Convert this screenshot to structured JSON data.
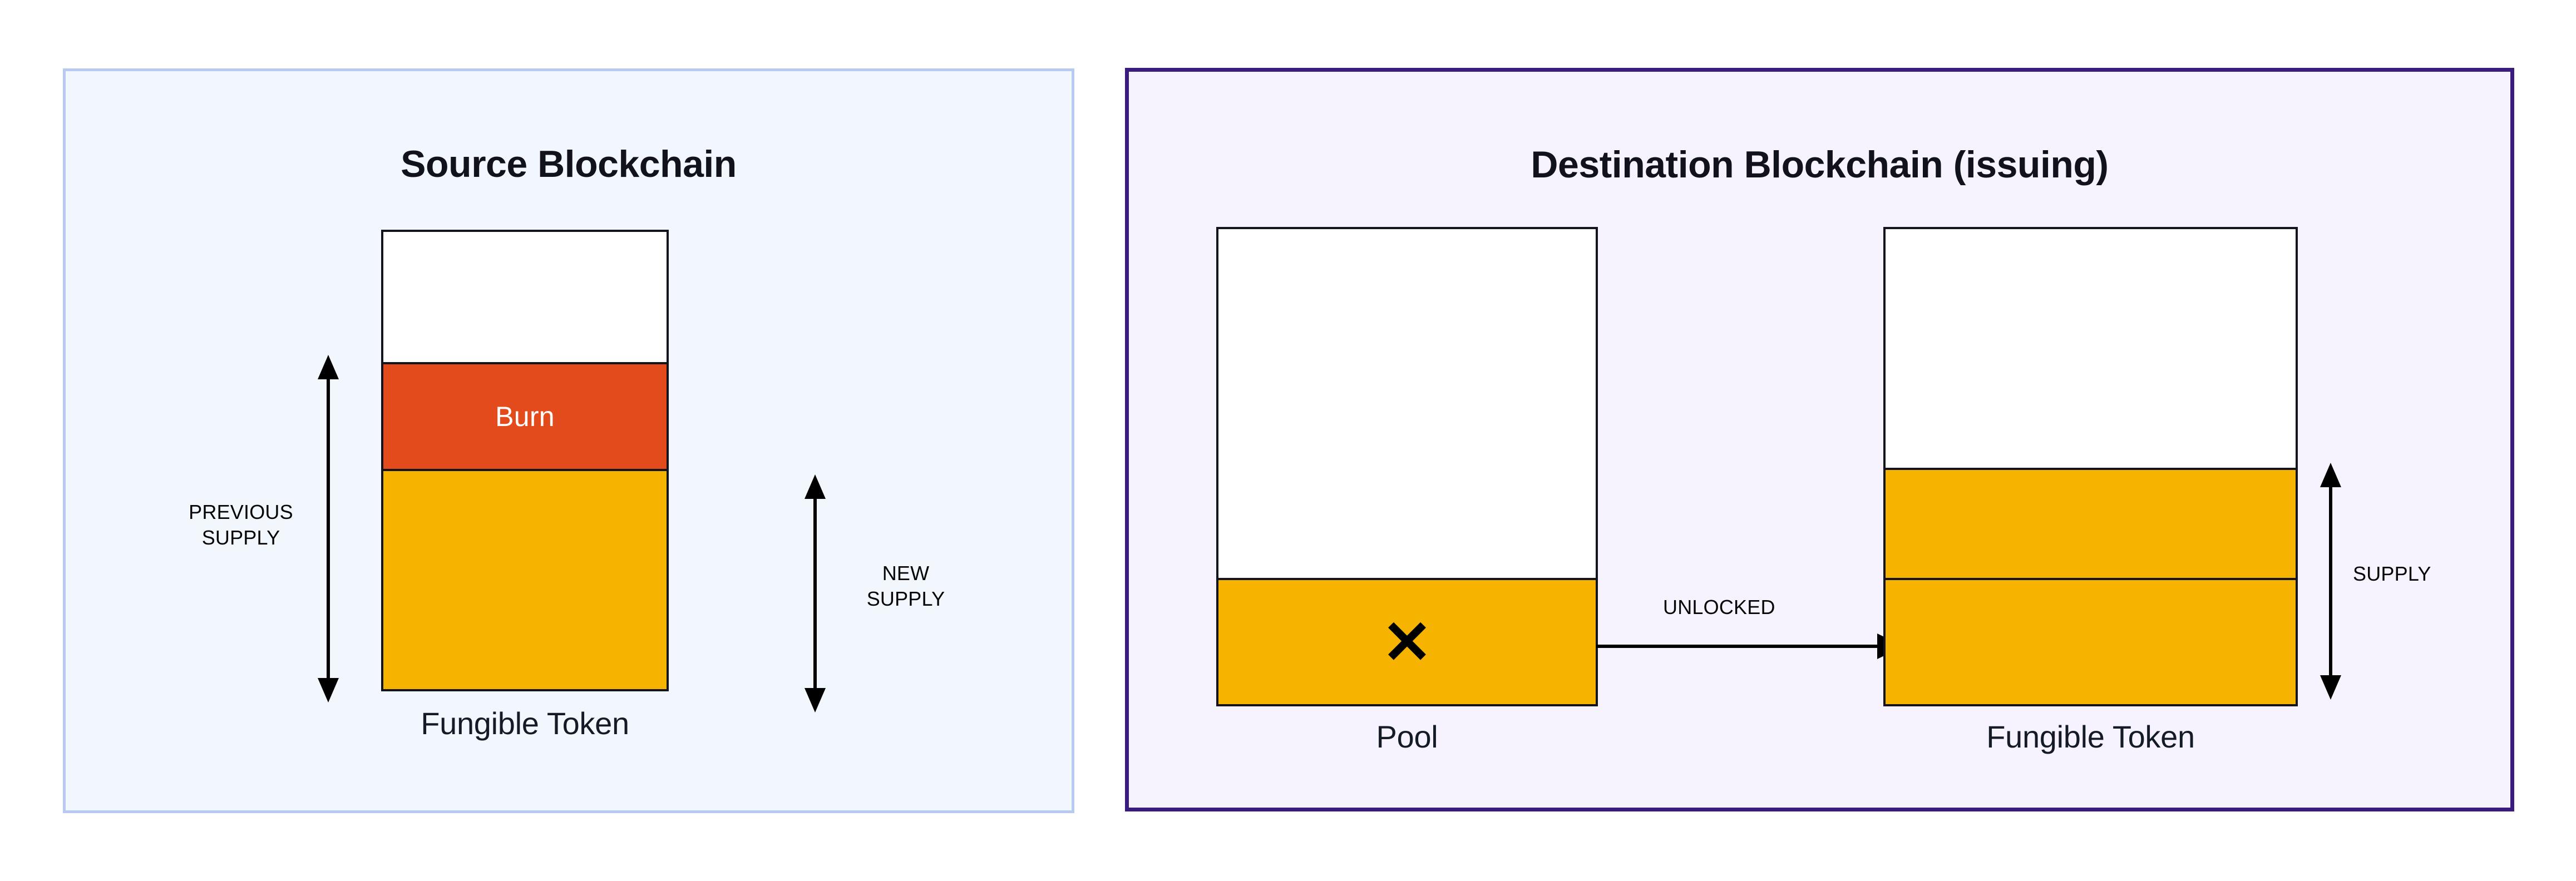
{
  "diagram": {
    "title_semantic": "token-bridge-burn-unlock-supply-diagram",
    "colors": {
      "burn": "#E44B1C",
      "token": "#F6B400",
      "outline": "#13141C",
      "source_panel_bg": "#F2F6FD",
      "source_panel_border": "#B9CAF2",
      "destination_panel_bg": "#F6F3FE",
      "destination_panel_border": "#3A1C7E",
      "text": "#151A27"
    }
  },
  "source_panel": {
    "title": "Source Blockchain",
    "bar": {
      "caption": "Fungible Token",
      "segments": [
        {
          "name": "empty",
          "label": ""
        },
        {
          "name": "burn",
          "label": "Burn"
        },
        {
          "name": "token",
          "label": ""
        }
      ]
    },
    "measures": [
      {
        "name": "previous-supply",
        "label": "PREVIOUS\nSUPPLY"
      },
      {
        "name": "new-supply",
        "label": "NEW\nSUPPLY"
      }
    ]
  },
  "destination_panel": {
    "title": "Destination Blockchain (issuing)",
    "pool_bar": {
      "caption": "Pool",
      "marker_icon": "cross-x-icon",
      "marker_glyph": "✕",
      "segments": [
        {
          "name": "empty",
          "label": ""
        },
        {
          "name": "locked",
          "label": ""
        }
      ]
    },
    "token_bar": {
      "caption": "Fungible Token",
      "segments": [
        {
          "name": "empty",
          "label": ""
        },
        {
          "name": "existing-supply",
          "label": ""
        },
        {
          "name": "minted-supply",
          "label": ""
        }
      ]
    },
    "flow": {
      "label": "UNLOCKED",
      "direction": "left-to-right"
    },
    "measures": [
      {
        "name": "supply",
        "label": "SUPPLY"
      }
    ]
  }
}
